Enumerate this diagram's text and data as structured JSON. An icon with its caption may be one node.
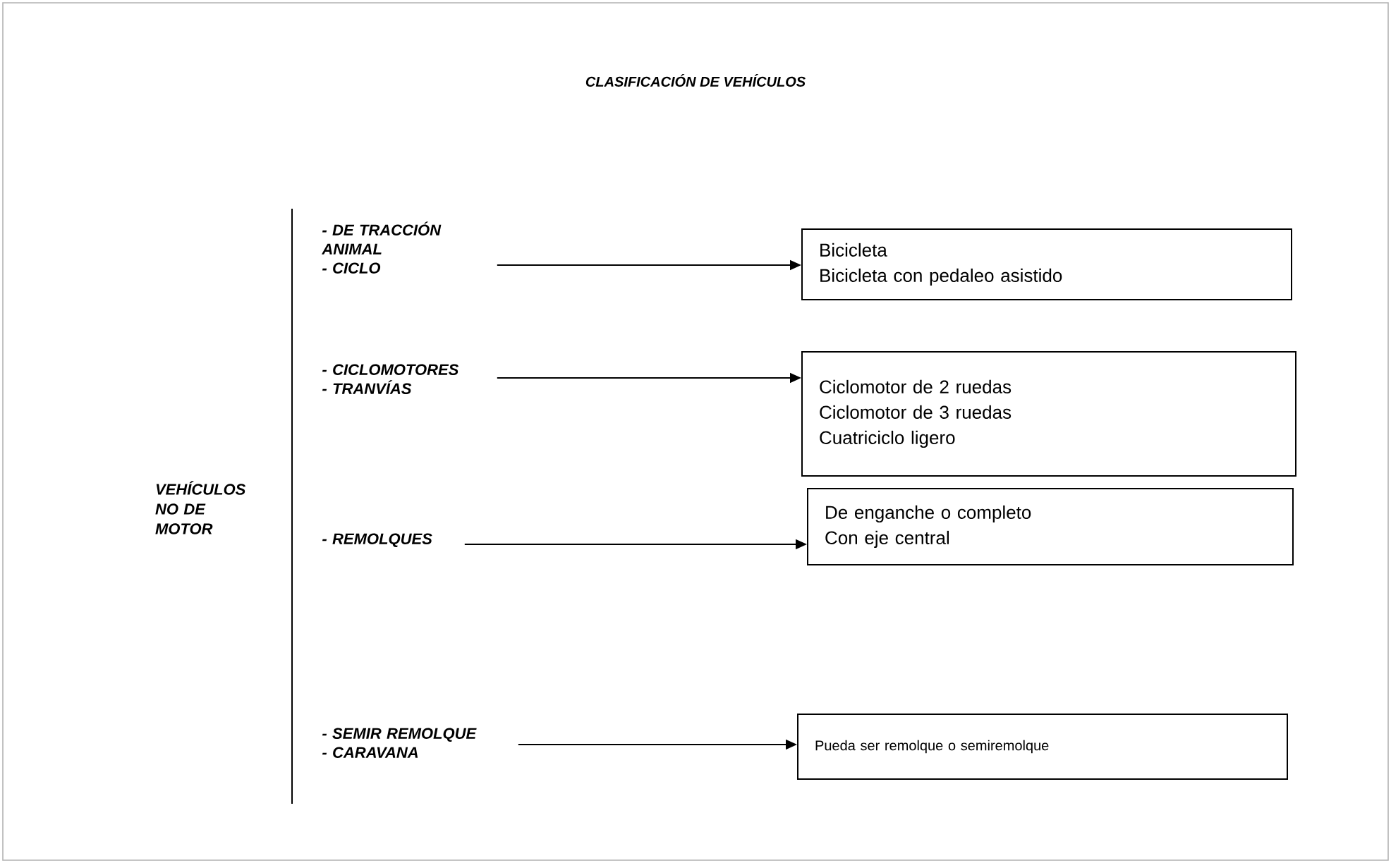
{
  "diagram": {
    "title": "CLASIFICACIÓN DE VEHÍCULOS",
    "nodes": [
      {
        "text": [
          "- DE TRACCIÓN ANIMAL",
          "- CICLO"
        ]
      },
      {
        "text": [
          "Bicicleta",
          "Bicicleta con pedaleo asistido"
        ]
      },
      {
        "text": [
          "- CICLOMOTORES",
          "- TRANVÍAS"
        ]
      },
      {
        "text": [
          "Ciclomotor de 2 ruedas",
          "Ciclomotor de 3 ruedas",
          "Cuatriciclo ligero"
        ]
      },
      {
        "text": [
          "- REMOLQUES"
        ]
      },
      {
        "text": [
          "De enganche o completo",
          "Con eje central"
        ]
      },
      {
        "text": [
          "- SEMIR REMOLQUE",
          "- CARAVANA"
        ]
      },
      {
        "text": [
          "Pueda ser remolque o semiremolque"
        ]
      }
    ],
    "edges": [
      {
        "from": 0,
        "to": 1,
        "arrow": "to"
      },
      {
        "from": 2,
        "to": 3,
        "arrow": "to"
      },
      {
        "from": 4,
        "to": 5,
        "arrow": "to"
      },
      {
        "from": 6,
        "to": 7,
        "arrow": "to"
      }
    ],
    "labels": [
      "VEHÍCULOS NO DE MOTOR"
    ]
  }
}
